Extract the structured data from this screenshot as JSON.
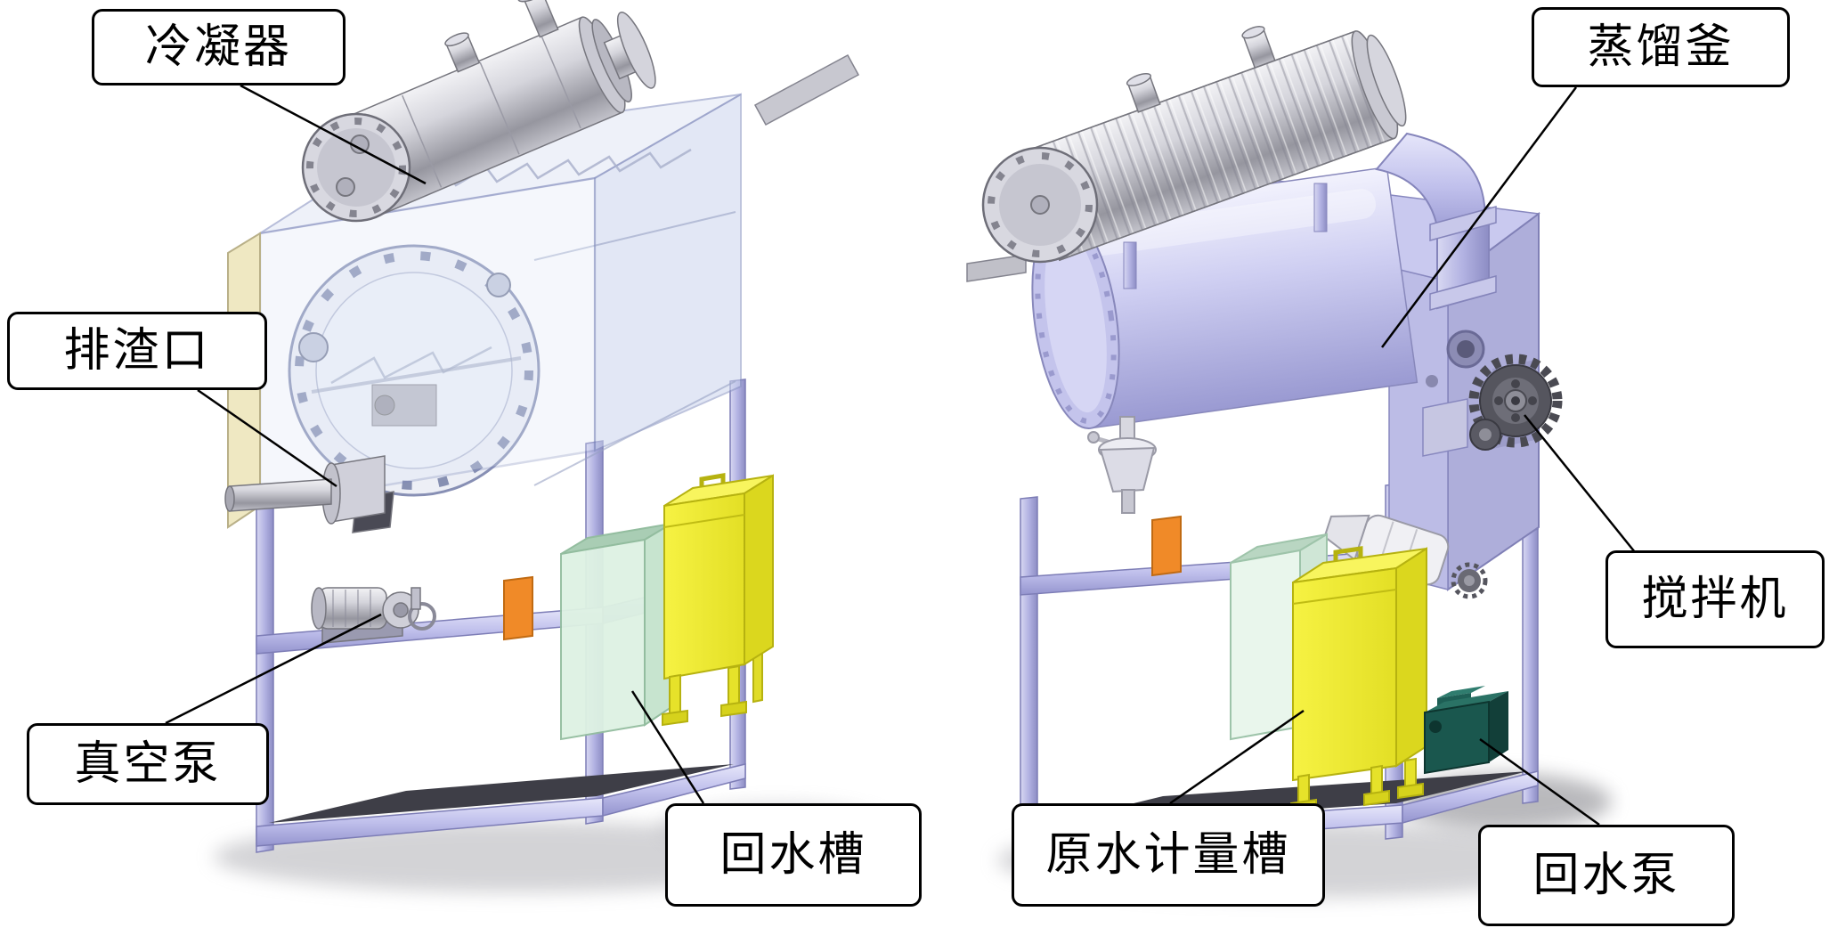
{
  "diagram": {
    "labels": [
      {
        "id": "condenser",
        "text": "冷凝器"
      },
      {
        "id": "slag-discharge-port",
        "text": "排渣口"
      },
      {
        "id": "vacuum-pump",
        "text": "真空泵"
      },
      {
        "id": "return-water-tank",
        "text": "回水槽"
      },
      {
        "id": "distillation-still",
        "text": "蒸馏釜"
      },
      {
        "id": "agitator",
        "text": "搅拌机"
      },
      {
        "id": "raw-water-metering-tank",
        "text": "原水计量槽"
      },
      {
        "id": "return-water-pump",
        "text": "回水泵"
      }
    ],
    "colors": {
      "background": "#ffffff",
      "label_background": "#ffffff",
      "label_border": "#000000",
      "frame_lavender": "#b4b4e4",
      "vessel_silver": "#c9c9d2",
      "tank_yellow": "#f0ec33",
      "tank_green": "#def2e3",
      "pump_teal": "#1a574e",
      "accent_orange": "#f08a28"
    }
  }
}
